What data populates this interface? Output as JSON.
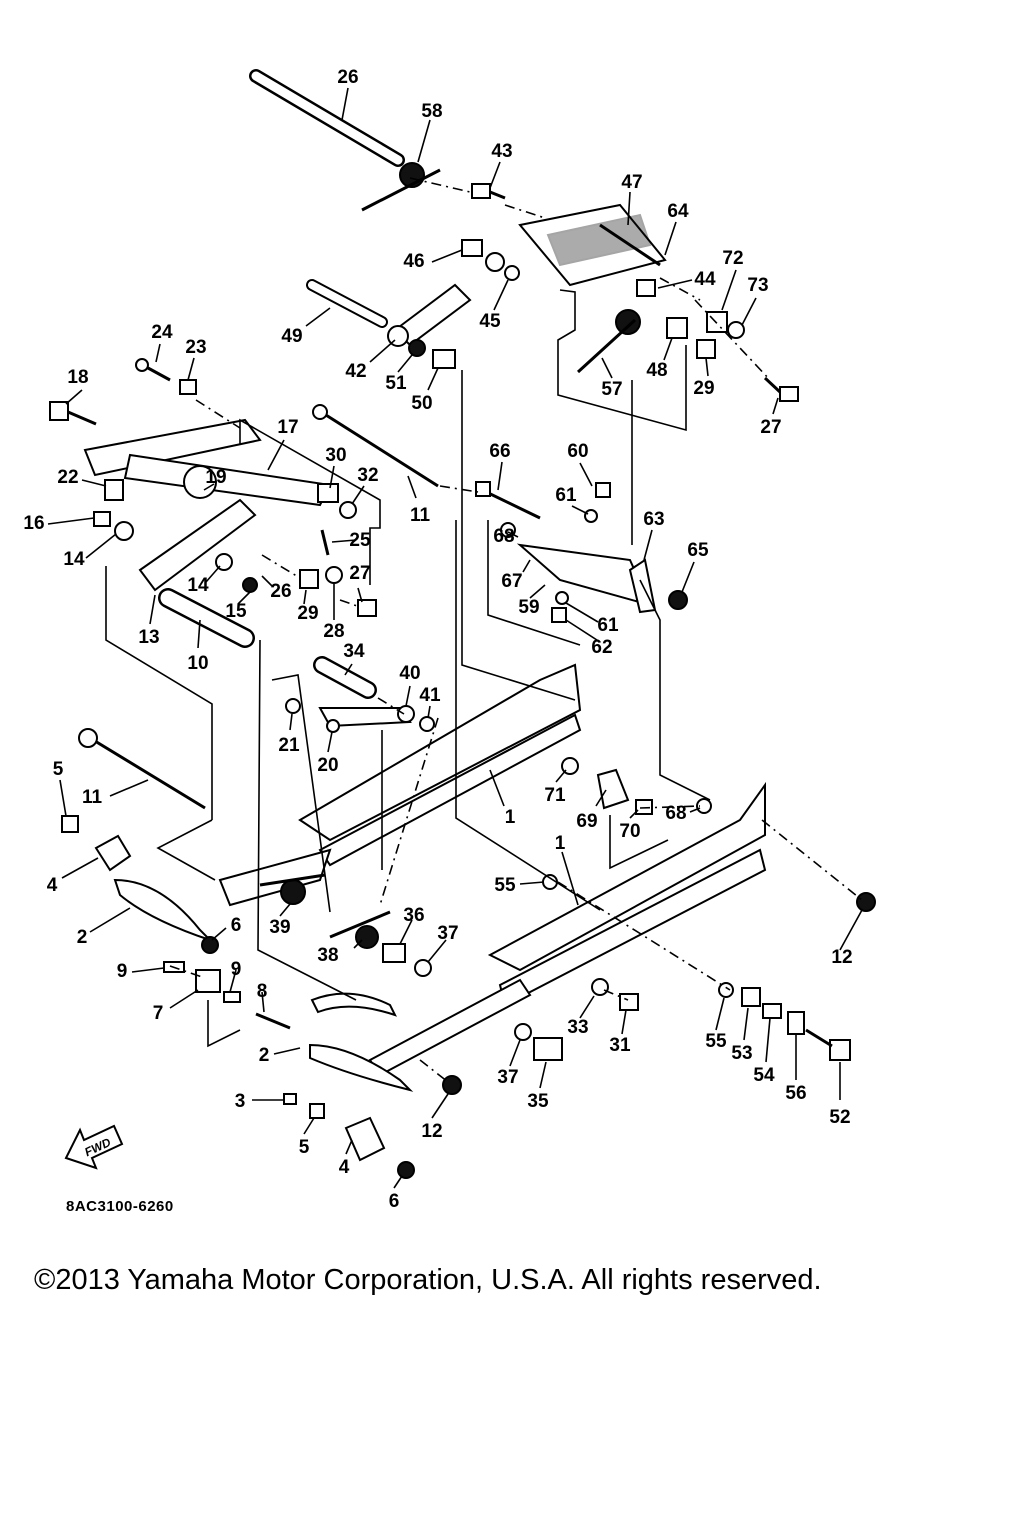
{
  "diagram": {
    "code": "8AC3100-6260",
    "fwd_label": "FWD",
    "copyright": "©2013 Yamaha Motor Corporation, U.S.A. All rights reserved.",
    "callouts": [
      "26",
      "58",
      "43",
      "47",
      "64",
      "46",
      "72",
      "73",
      "44",
      "45",
      "49",
      "42",
      "51",
      "50",
      "48",
      "29",
      "57",
      "27",
      "24",
      "23",
      "18",
      "17",
      "66",
      "60",
      "30",
      "32",
      "61",
      "11",
      "22",
      "19",
      "63",
      "16",
      "25",
      "65",
      "14",
      "68",
      "67",
      "59",
      "14",
      "26",
      "27",
      "15",
      "29",
      "28",
      "61",
      "62",
      "13",
      "10",
      "34",
      "40",
      "41",
      "21",
      "20",
      "5",
      "11",
      "1",
      "71",
      "69",
      "70",
      "68",
      "4",
      "55",
      "1",
      "2",
      "39",
      "6",
      "36",
      "38",
      "37",
      "12",
      "9",
      "9",
      "7",
      "8",
      "33",
      "31",
      "55",
      "53",
      "54",
      "56",
      "52",
      "2",
      "37",
      "35",
      "3",
      "12",
      "5",
      "4",
      "6"
    ]
  }
}
